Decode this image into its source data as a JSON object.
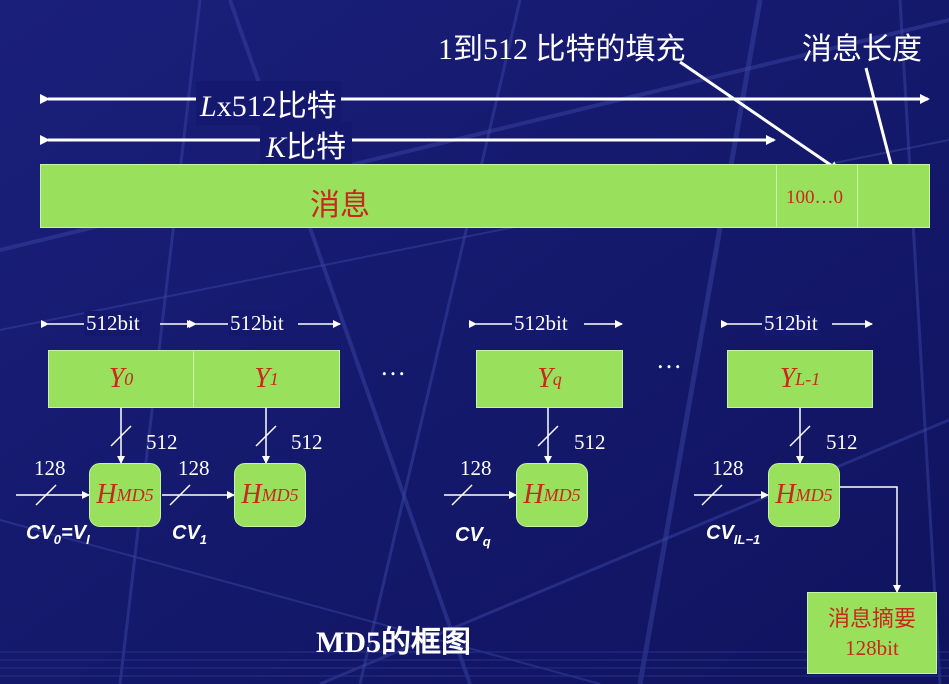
{
  "title": "MD5的框图",
  "labels": {
    "padding": "1到512 比特的填充",
    "msg_length": "消息长度",
    "total_bits_var": "L",
    "total_bits_rest": "x512比特",
    "k_bits_var": "K",
    "k_bits_rest": "比特",
    "message": "消息",
    "padding_value": "100…0",
    "dots": "…"
  },
  "blocks": [
    {
      "label": "Y",
      "sub": "0",
      "bit": "512bit"
    },
    {
      "label": "Y",
      "sub": "1",
      "bit": "512bit"
    },
    {
      "label": "Y",
      "sub": "q",
      "bit": "512bit"
    },
    {
      "label": "Y",
      "sub": "L-1",
      "bit": "512bit"
    }
  ],
  "hash": {
    "label": "H",
    "sub": "MD5"
  },
  "input_size": "512",
  "cv_size": "128",
  "cv": [
    {
      "main": "CV",
      "sub": "0",
      "eq": "=V",
      "eqsub": "I"
    },
    {
      "main": "CV",
      "sub": "1"
    },
    {
      "main": "CV",
      "sub": "q"
    },
    {
      "main": "CV",
      "sub": "IL−1"
    }
  ],
  "output": {
    "line1": "消息摘要",
    "line2": "128bit"
  },
  "colors": {
    "background": "#14186e",
    "box_fill": "#99e05c",
    "box_text": "#c8281e",
    "line": "#ffffff"
  }
}
